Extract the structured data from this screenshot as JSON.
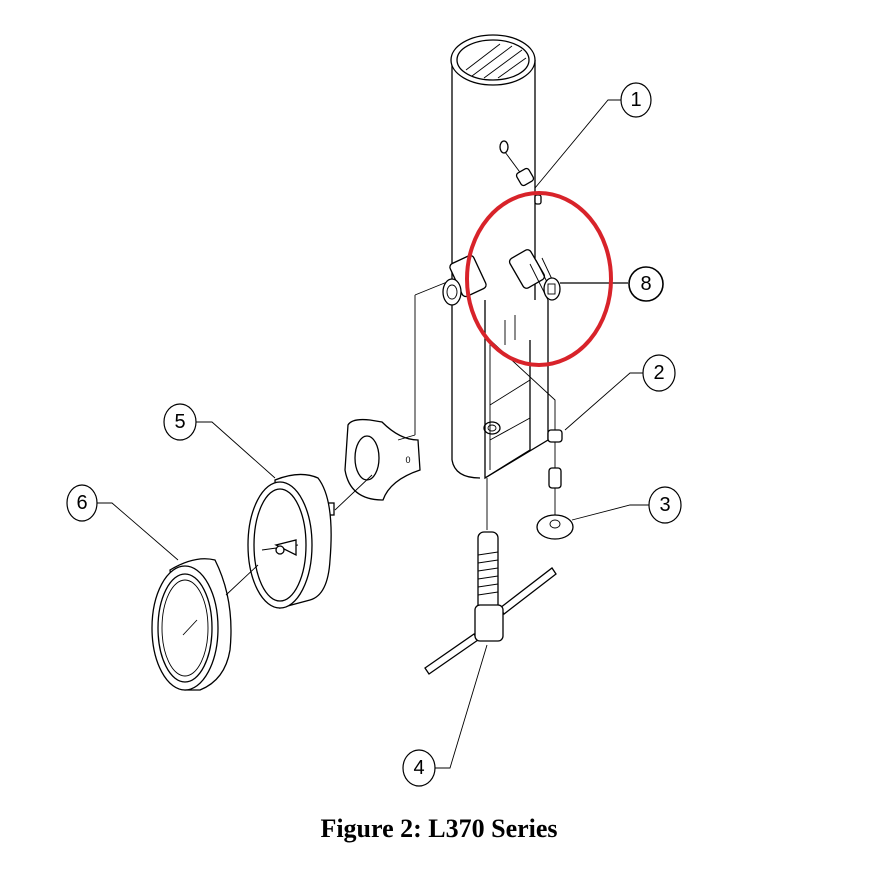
{
  "figure": {
    "caption": "Figure 2:  L370 Series",
    "highlight_color": "#d8232a",
    "highlighted_callout": "8",
    "callouts": [
      {
        "label": "1",
        "part": "set-screw"
      },
      {
        "label": "2",
        "part": "small-fitting"
      },
      {
        "label": "3",
        "part": "washer"
      },
      {
        "label": "4",
        "part": "t-handle-screw"
      },
      {
        "label": "5",
        "part": "gauge"
      },
      {
        "label": "6",
        "part": "gauge-bezel"
      },
      {
        "label": "8",
        "part": "threaded-fitting"
      }
    ],
    "markings": {
      "clamp_mark": "0"
    }
  }
}
